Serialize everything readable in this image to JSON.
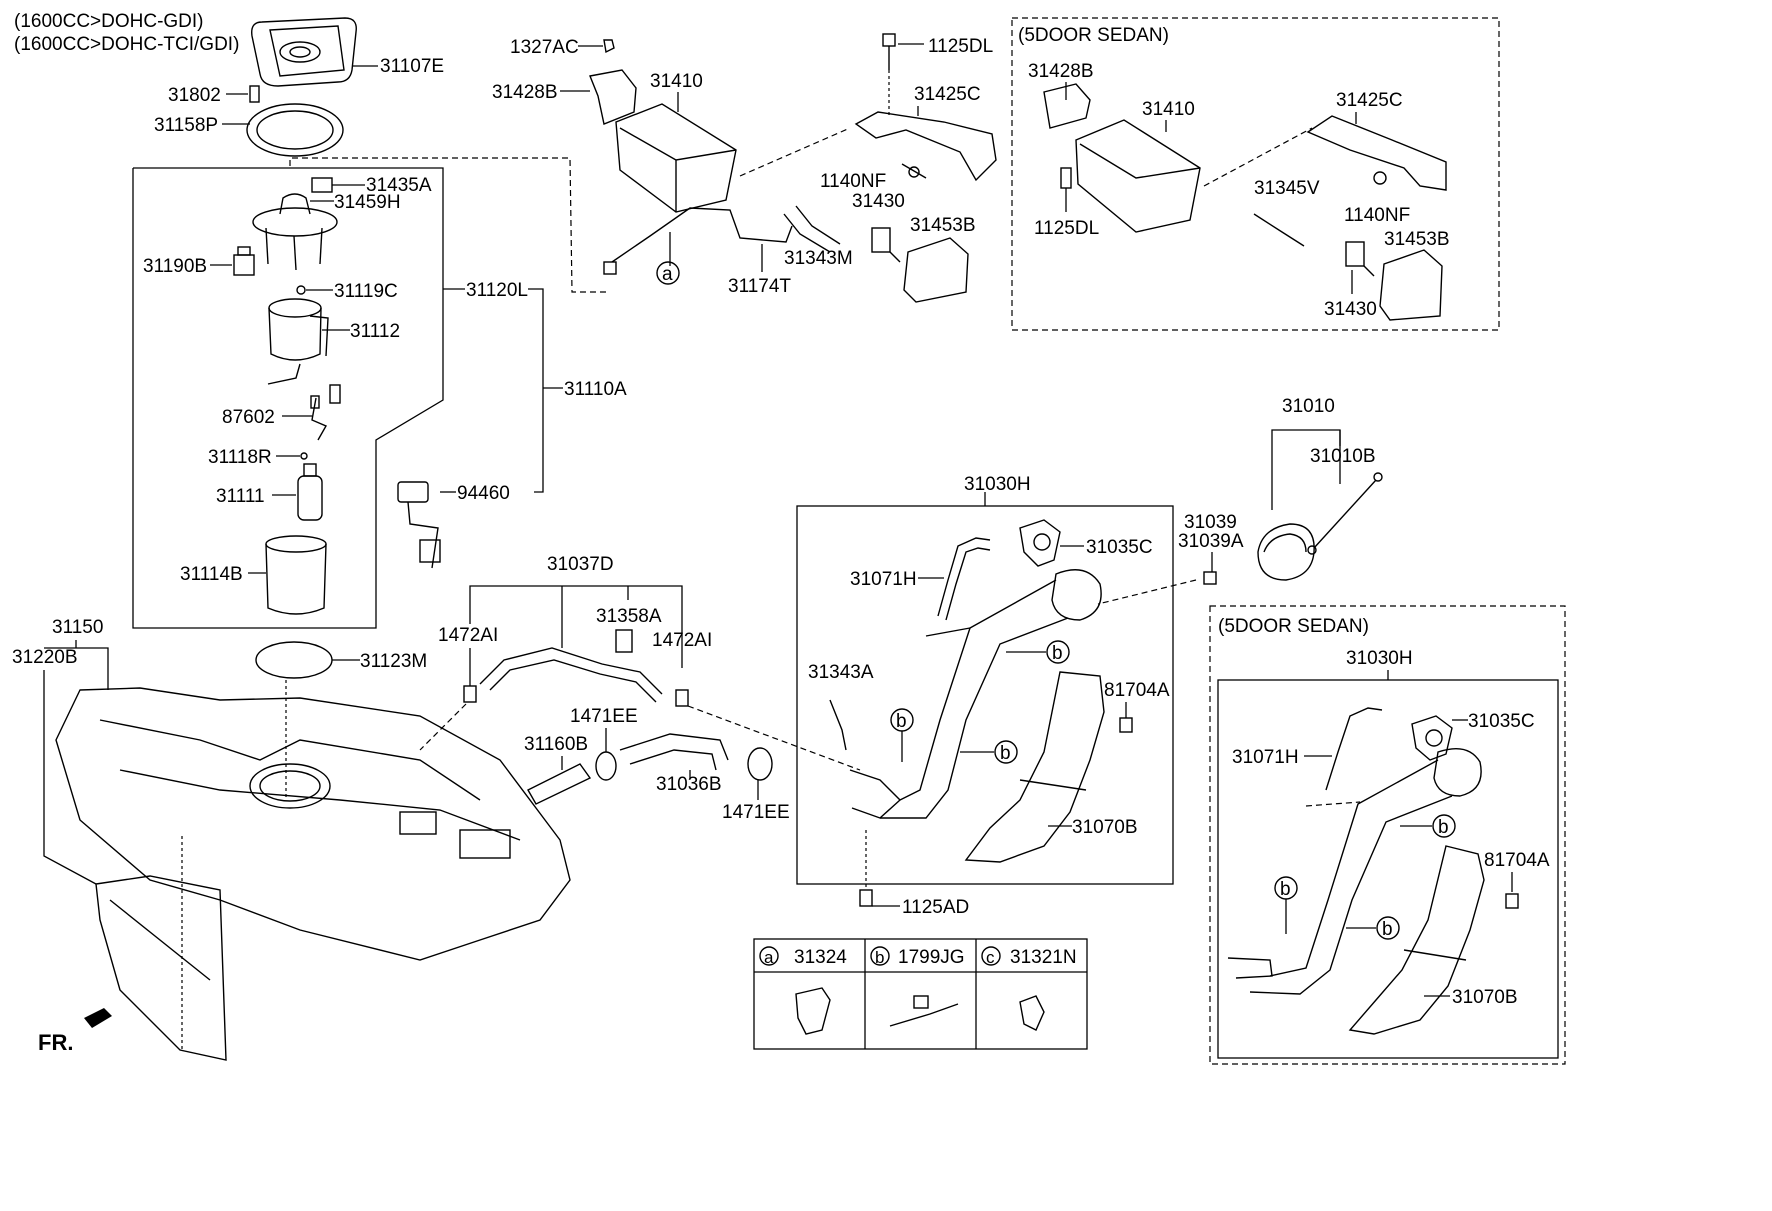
{
  "variant_notes": [
    "(1600CC>DOHC-GDI)",
    "(1600CC>DOHC-TCI/GDI)"
  ],
  "sedan_label": "(5DOOR SEDAN)",
  "front_label": "FR.",
  "labels": {
    "p31107E": "31107E",
    "p31802": "31802",
    "p31158P": "31158P",
    "p31435A": "31435A",
    "p31459H": "31459H",
    "p31190B": "31190B",
    "p31119C": "31119C",
    "p31120L": "31120L",
    "p31112": "31112",
    "p31110A": "31110A",
    "p87602": "87602",
    "p31118R": "31118R",
    "p31111": "31111",
    "p94460": "94460",
    "p31114B": "31114B",
    "p1327AC": "1327AC",
    "p31428B": "31428B",
    "p31410": "31410",
    "p1125DL": "1125DL",
    "p31425C": "31425C",
    "p1140NF": "1140NF",
    "p31430": "31430",
    "p31453B": "31453B",
    "p31343M": "31343M",
    "p31174T": "31174T",
    "s31428B": "31428B",
    "s31410": "31410",
    "s31425C": "31425C",
    "s1125DL": "1125DL",
    "s31345V": "31345V",
    "s1140NF": "1140NF",
    "s31453B": "31453B",
    "s31430": "31430",
    "p31010": "31010",
    "p31010B": "31010B",
    "p31039": "31039",
    "p31039A": "31039A",
    "p31030H": "31030H",
    "p31035C": "31035C",
    "p31071H": "31071H",
    "p31343A": "31343A",
    "p81704A": "81704A",
    "p31070B": "31070B",
    "p1125AD": "1125AD",
    "p31037D": "31037D",
    "p31358A": "31358A",
    "p1472AI_a": "1472AI",
    "p1472AI_b": "1472AI",
    "p1471EE_a": "1471EE",
    "p31160B": "31160B",
    "p31036B": "31036B",
    "p1471EE_b": "1471EE",
    "p31150": "31150",
    "p31220B": "31220B",
    "p31123M": "31123M",
    "t31030H": "31030H",
    "t31035C": "31035C",
    "t31071H": "31071H",
    "t81704A": "81704A",
    "t31070B": "31070B"
  },
  "callout_letters": {
    "a": "a",
    "b": "b",
    "c": "c"
  },
  "legend": [
    {
      "letter": "a",
      "part": "31324"
    },
    {
      "letter": "b",
      "part": "1799JG"
    },
    {
      "letter": "c",
      "part": "31321N"
    }
  ]
}
